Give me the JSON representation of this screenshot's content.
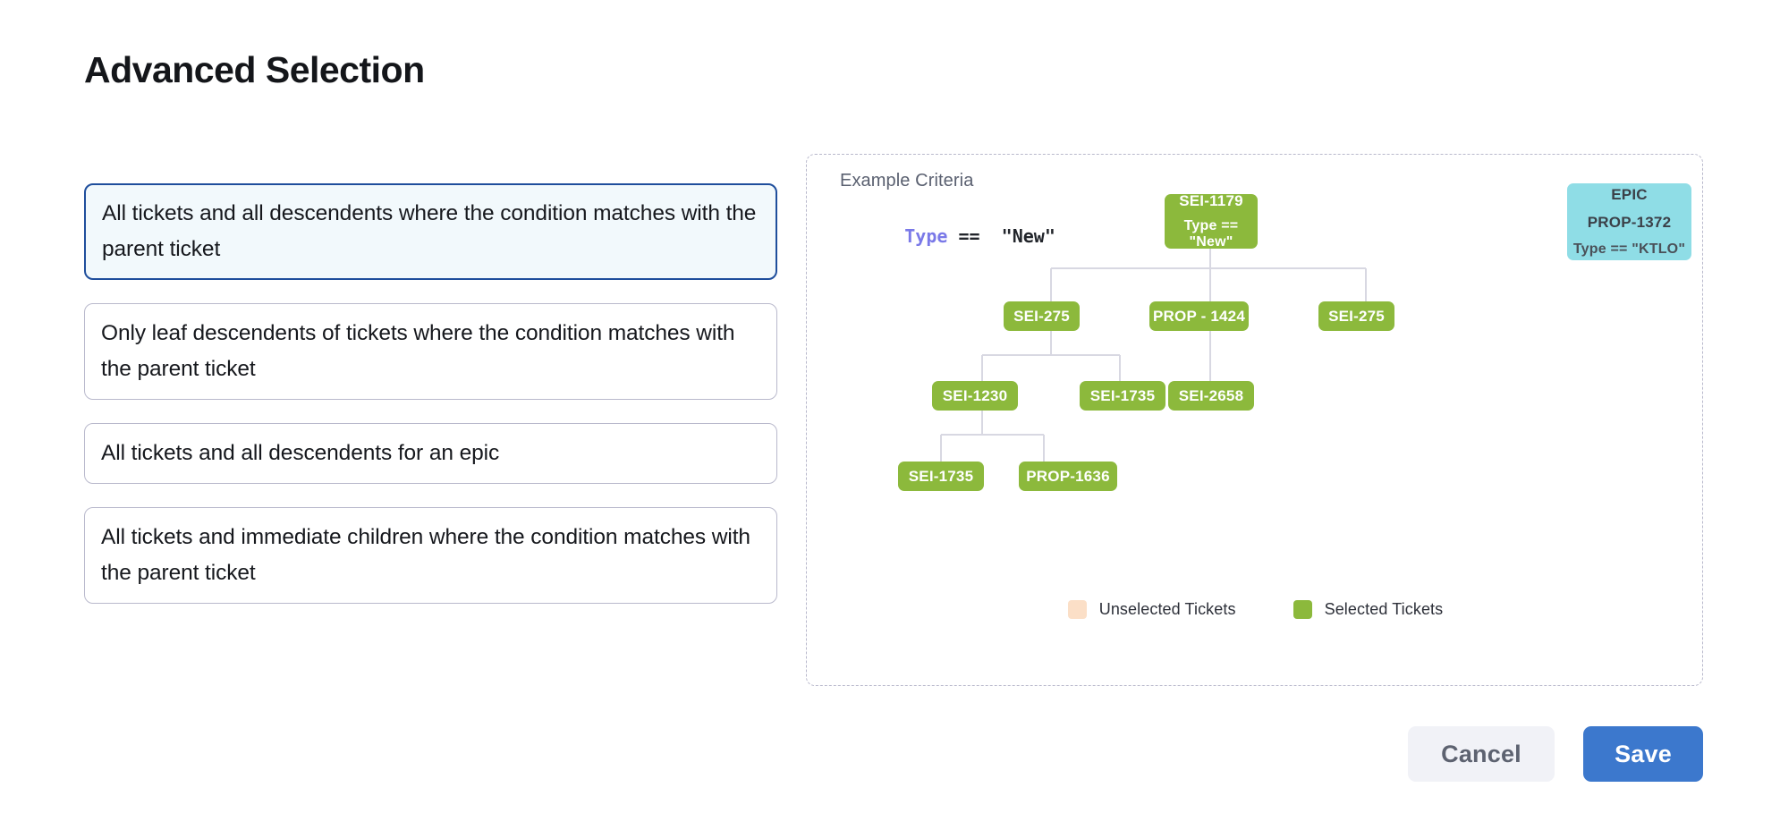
{
  "page": {
    "title": "Advanced Selection"
  },
  "options": [
    {
      "label": "All tickets and all descendents where the condition matches with the parent ticket",
      "selected": true,
      "lines": 2
    },
    {
      "label": "Only leaf descendents of tickets where the condition matches with the parent ticket",
      "selected": false,
      "lines": 2
    },
    {
      "label": "All tickets and all descendents for an epic",
      "selected": false,
      "lines": 1
    },
    {
      "label": "All tickets and immediate children where the condition matches with the parent ticket",
      "selected": false,
      "lines": 2
    }
  ],
  "diagram": {
    "criteria_title": "Example Criteria",
    "criteria": {
      "field": "Type",
      "operator": "==",
      "value": "\"New\""
    },
    "nodes": {
      "root": {
        "id": "SEI-1179",
        "meta": "Type == \"New\"",
        "state": "selected"
      },
      "epic": {
        "kind": "EPIC",
        "id": "PROP-1372",
        "meta": "Type == \"KTLO\"",
        "state": "epic"
      },
      "r2c1": {
        "id": "SEI-275",
        "state": "selected"
      },
      "r2c2": {
        "id": "PROP - 1424",
        "state": "selected"
      },
      "r2c3": {
        "id": "SEI-275",
        "state": "selected"
      },
      "r3c1": {
        "id": "SEI-1230",
        "state": "selected"
      },
      "r3c2": {
        "id": "SEI-1735",
        "state": "selected"
      },
      "r3c3": {
        "id": "SEI-2658",
        "state": "selected"
      },
      "r4c1": {
        "id": "SEI-1735",
        "state": "selected"
      },
      "r4c2": {
        "id": "PROP-1636",
        "state": "selected"
      }
    },
    "legend": [
      {
        "label": "Unselected Tickets",
        "color": "#fbdfc7"
      },
      {
        "label": "Selected Tickets",
        "color": "#8cb93c"
      }
    ]
  },
  "footer": {
    "cancel_label": "Cancel",
    "save_label": "Save"
  },
  "colors": {
    "selected_node": "#8cb93c",
    "epic_node": "#8fdde6",
    "unselected_node": "#fbdfc7",
    "primary_button": "#3c78cd",
    "selected_option_border": "#1f4e9c",
    "selected_option_bg": "#f2f9fc",
    "connector": "#d8d8e2"
  }
}
